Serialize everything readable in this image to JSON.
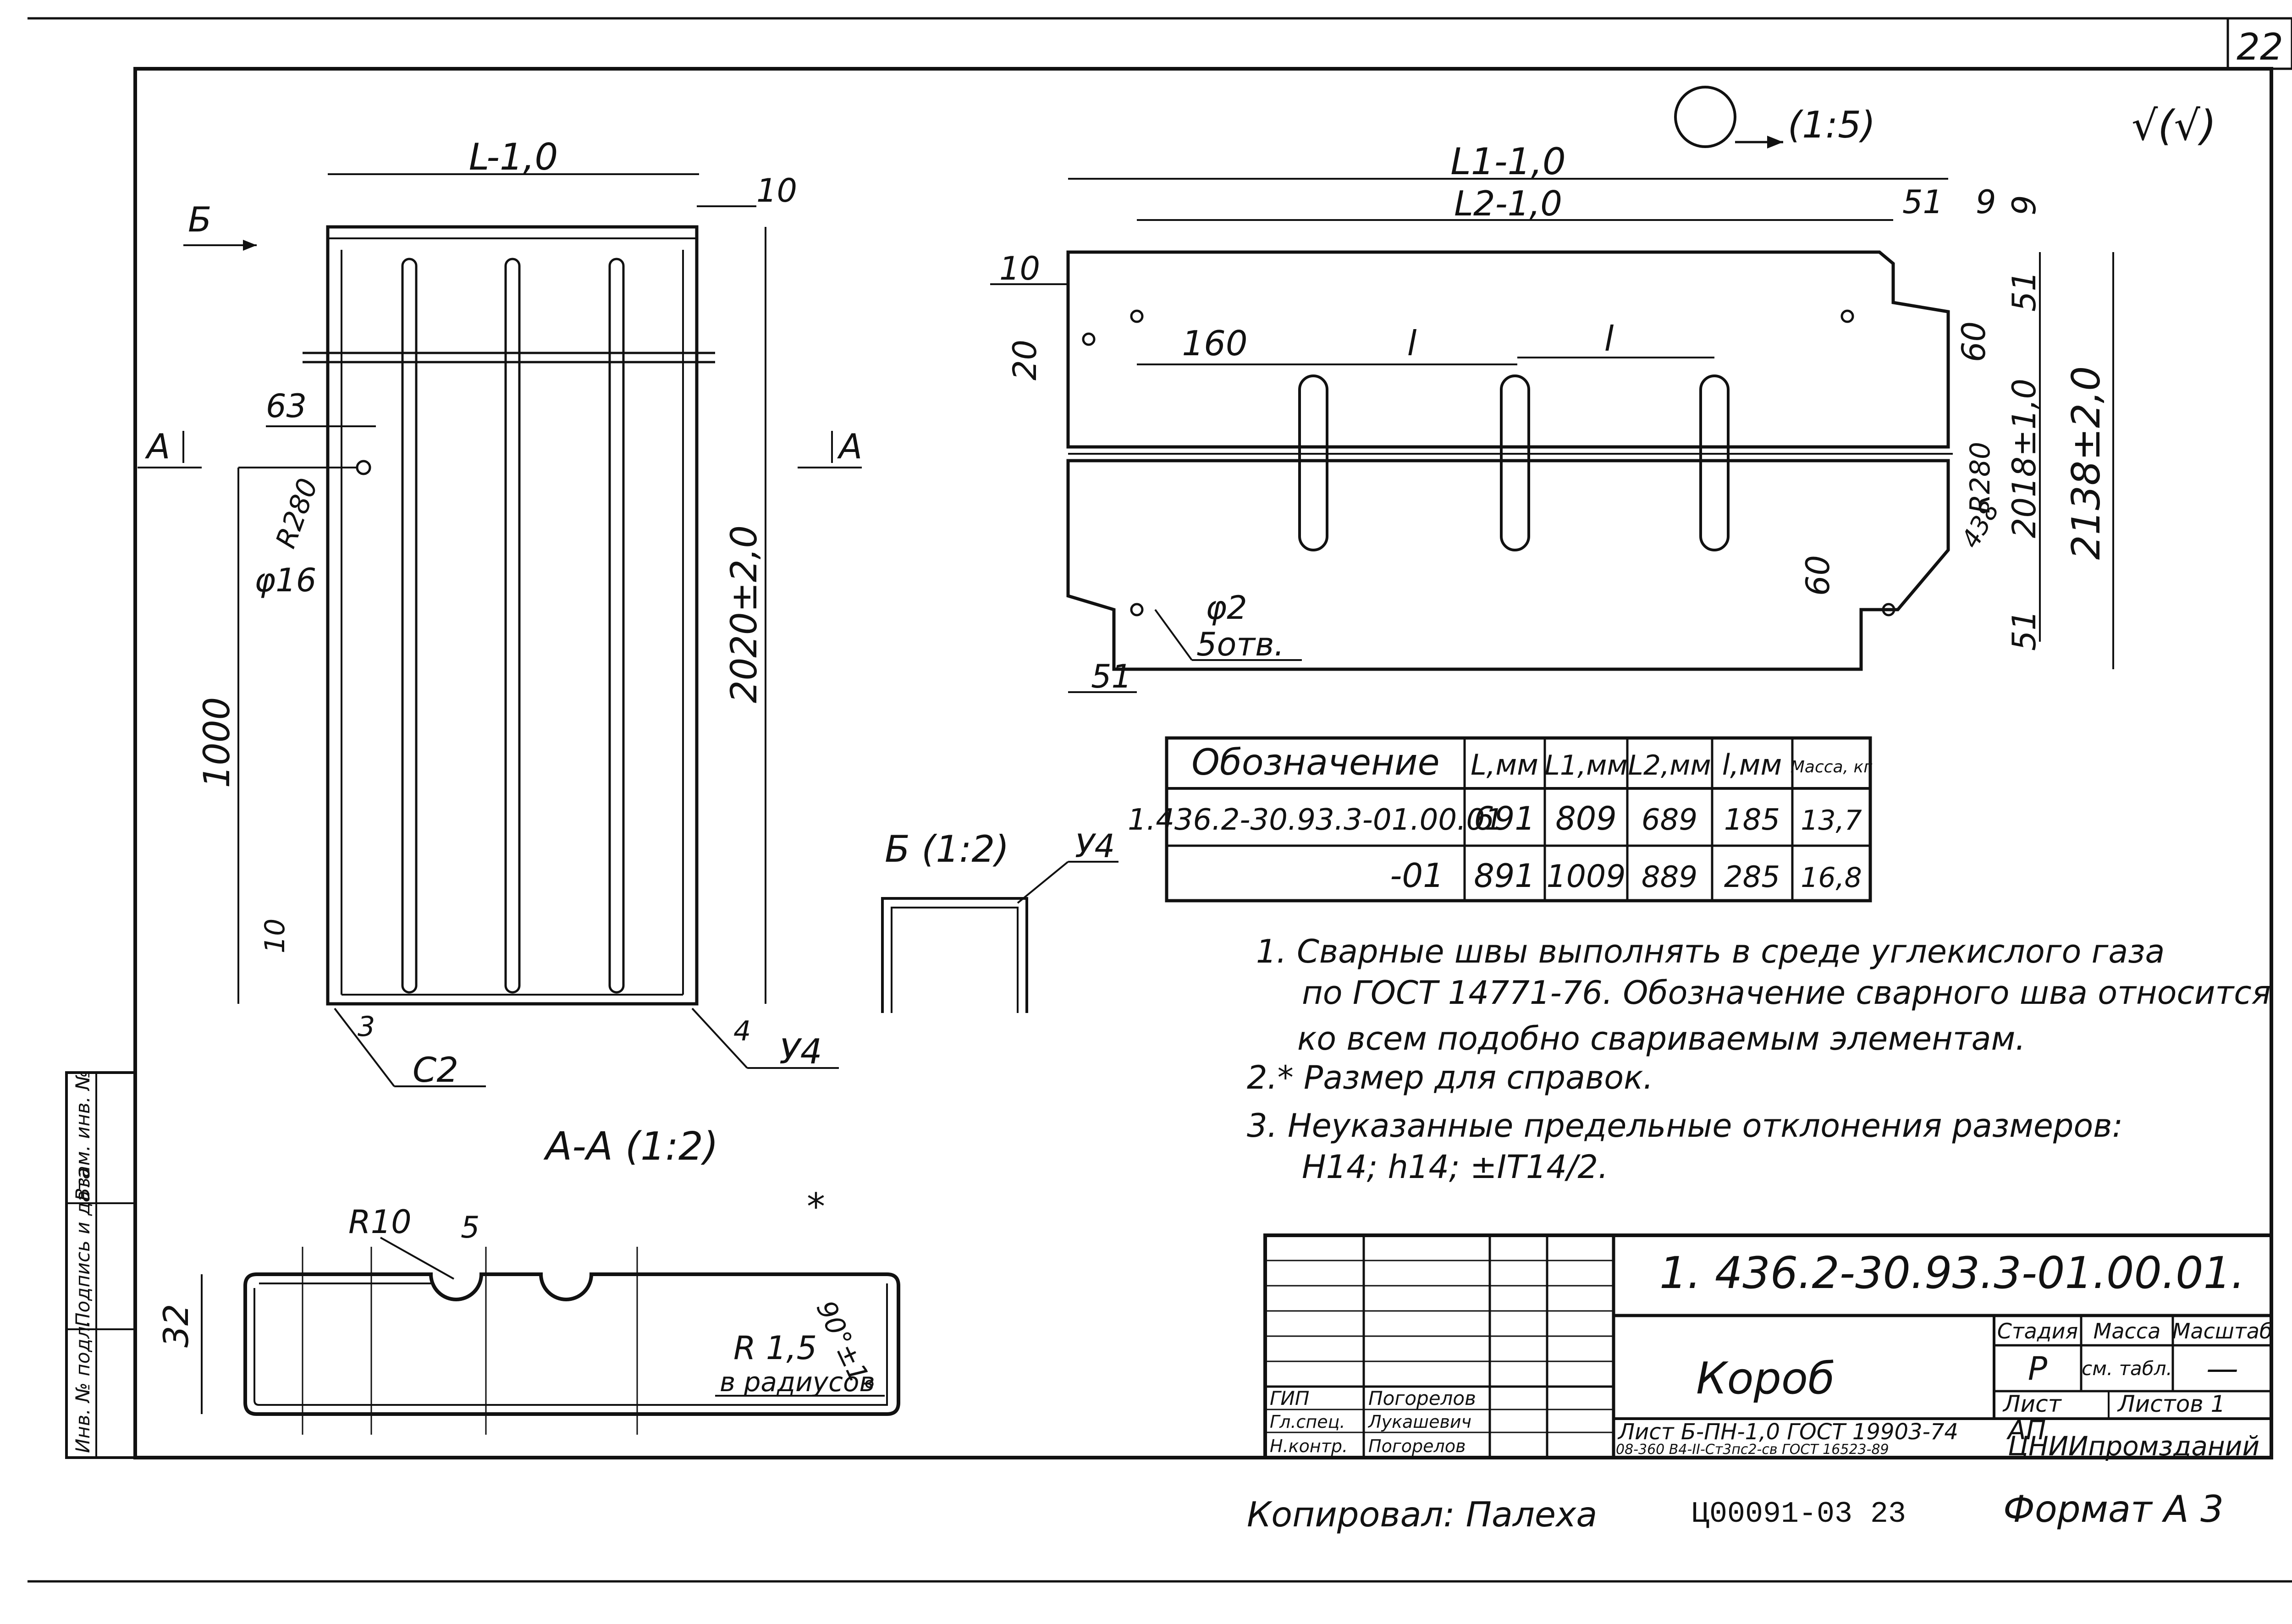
{
  "sheet_number": "22",
  "detail_marker": "(1:5)",
  "roughness": "√(√)",
  "left_view": {
    "dim_L": "L-1,0",
    "dim_10_top": "10",
    "dim_63": "63",
    "dim_R280": "R280",
    "dim_phi16": "φ16",
    "dim_1000": "1000",
    "dim_10_bottom": "10",
    "dim_2020": "2020±2,0",
    "dim_3": "3",
    "weld_c2": "С2",
    "dim_4": "4",
    "weld_u4": "У4",
    "view_b": "Б",
    "section_a_left": "А",
    "section_a_right": "А"
  },
  "right_view": {
    "dim_L1": "L1-1,0",
    "dim_L2": "L2-1,0",
    "dim_51_top": "51",
    "dim_9_top": "9",
    "dim_9_side": "9",
    "dim_51_side": "51",
    "dim_10": "10",
    "dim_20": "20",
    "dim_160": "160",
    "dim_l1": "l",
    "dim_l2": "l",
    "dim_60_top": "60",
    "dim_2018": "2018±1,0",
    "dim_2138": "2138±2,0",
    "dim_R280": "R280",
    "dim_438": "438",
    "dim_60_bottom": "60",
    "dim_51_bottom": "51",
    "dim_phi2": "φ2",
    "dim_holes": "5отв.",
    "dim_51_left": "51"
  },
  "table": {
    "headers": [
      "Обозначение",
      "L,мм",
      "L1,мм",
      "L2,мм",
      "l,мм",
      "Масса, кг"
    ],
    "rows": [
      [
        "1.436.2-30.93.3-01.00.01",
        "691",
        "809",
        "689",
        "185",
        "13,7"
      ],
      [
        "-01",
        "891",
        "1009",
        "889",
        "285",
        "16,8"
      ]
    ]
  },
  "detail_b": {
    "title": "Б (1:2)",
    "weld": "У4"
  },
  "section_aa": {
    "title": "А-А (1:2)",
    "r10": "R10",
    "dim_5": "5",
    "dim_32": "32",
    "r15": "R 1,5",
    "r15_note": "в радиусов",
    "angle": "90°±1°",
    "star": "*"
  },
  "notes": [
    "1. Сварные швы выполнять в среде углекислого газа",
    "по ГОСТ 14771-76. Обозначение сварного шва относится",
    "ко всем подобно свариваемым элементам.",
    "2.* Размер для справок.",
    "3. Неуказанные предельные отклонения размеров:",
    "H14; h14; ±IT14/2."
  ],
  "stamp": {
    "designation": "1. 436.2-30.93.3-01.00.01.",
    "title": "Короб",
    "col_stage": "Стадия",
    "col_mass": "Масса",
    "col_scale": "Масштаб",
    "stage_value": "Р",
    "mass_value": "см. табл.",
    "scale_value": "—",
    "sheet_label": "Лист",
    "sheets_label": "Листов 1",
    "material_line1": "Лист Б-ПН-1,0 ГОСТ 19903-74",
    "material_line2": "08-360 В4-II-Ст3пс2-св ГОСТ 16523-89",
    "org_line1": "АП",
    "org_line2": "ЦНИИпромзданий",
    "roles": [
      {
        "role": "ГИП",
        "name": "Погорелов"
      },
      {
        "role": "Гл.спец.",
        "name": "Лукашевич"
      },
      {
        "role": "Н.контр.",
        "name": "Погорелов"
      }
    ]
  },
  "side_stamp": [
    "Инв. № подл.",
    "Подпись и дата",
    "Взам. инв. №"
  ],
  "footer": {
    "copied": "Копировал: Палеха",
    "code": "Ц00091-03",
    "page": "23",
    "format": "Формат А 3"
  }
}
